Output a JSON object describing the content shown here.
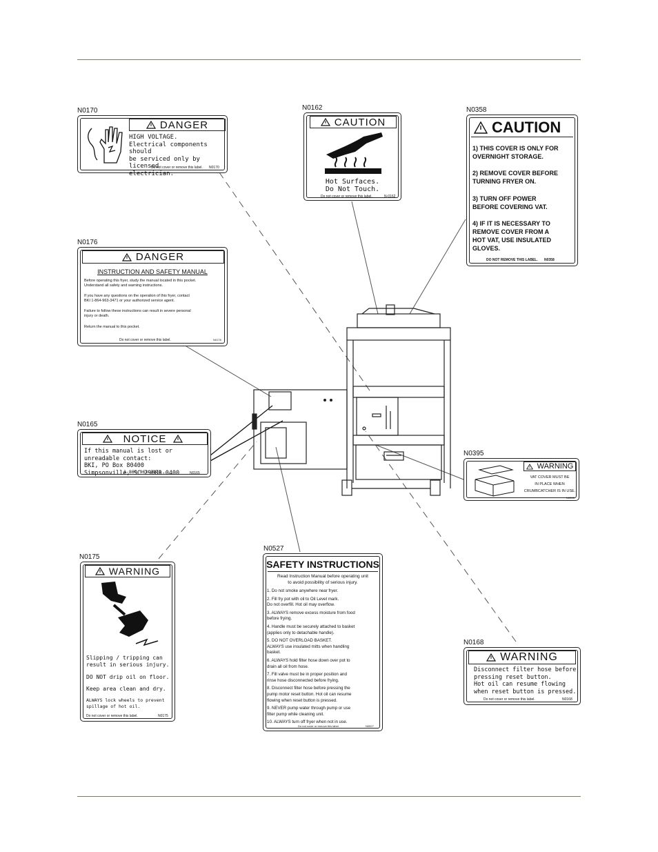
{
  "labels": {
    "n0170": {
      "code": "N0170",
      "header": "DANGER",
      "body": "HIGH VOLTAGE.\nElectrical components should\nbe serviced only by licensed\nelectrician.",
      "footer": "Do not cover or remove this label.",
      "footer_code": "N0170"
    },
    "n0162": {
      "code": "N0162",
      "header": "CAUTION",
      "body": "Hot Surfaces.\nDo Not Touch.",
      "footer": "Do not cover or remove this label.",
      "footer_code": "N-0162"
    },
    "n0358": {
      "code": "N0358",
      "header": "CAUTION",
      "items": [
        "1) THIS COVER IS ONLY FOR\n    OVERNIGHT STORAGE.",
        "2) REMOVE COVER BEFORE\n    TURNING FRYER ON.",
        "3) TURN OFF POWER\n    BEFORE COVERING VAT.",
        "4) IF IT IS NECESSARY TO\n    REMOVE COVER FROM A\n    HOT VAT, USE INSULATED\n    GLOVES."
      ],
      "footer": "DO NOT REMOVE THIS LABEL.",
      "footer_code": "N0358"
    },
    "n0176": {
      "code": "N0176",
      "header": "DANGER",
      "subheader": "INSTRUCTION AND SAFETY MANUAL",
      "p1": "Before operating this fryer, study the manual located in this pocket.\nUnderstand all safety and warning instructions.",
      "p2": "If you have any questions on the operation of this fryer, contact\nBKI 1-864-963-3471 or your authorized service agent.",
      "p3": "Failure to follow these instructions can result in severe personal\ninjury or death.",
      "p4": "Return the manual to this pocket.",
      "footer": "Do not cover or remove this label.",
      "footer_code": "N0176"
    },
    "n0165": {
      "code": "N0165",
      "header": "NOTICE",
      "body": "If this manual is lost or unreadable contact:\nBKI, PO Box 80400\nSimpsonville, SC   29680-0400",
      "phone": "1-864-963-3471",
      "footer_code": "N0165"
    },
    "n0395": {
      "code": "N0395",
      "header": "WARNING",
      "body": "VAT COVER MUST BE\nIN PLACE WHEN\nCRUMBCATCHER IS IN USE.",
      "footer_code": "N0395"
    },
    "n0175": {
      "code": "N0175",
      "header": "WARNING",
      "p1": "Slipping / tripping   can\nresult in serious injury.",
      "p2": "DO NOT drip oil on floor.",
      "p3": "Keep area clean and dry.",
      "p4": "ALWAYS lock wheels to prevent\nspillage of hot oil.",
      "footer": "Do not cover or remove this label.",
      "footer_code": "N0175"
    },
    "n0527": {
      "code": "N0527",
      "header": "SAFETY INSTRUCTIONS",
      "intro": "Read Instruction Manual before operating unit\nto avoid possibility of serious injury.",
      "items": [
        "1.  Do not smoke anywhere near fryer.",
        "2.  Fill fry pot with oil to Oil Level mark.\n     Do not overfill.  Hot oil may overflow.",
        "3.  ALWAYS remove excess moisture from food\n     before frying.",
        "4.  Handle must be securely attached to basket\n     (applies only to detachable handle).",
        "5.  DO NOT OVERLOAD BASKET.\n     ALWAYS use insulated mitts when handling\n     basket.",
        "6.  ALWAYS hold filter hose down over pot to\n     drain all oil from hose.",
        "7.  Fill valve must be in proper position and\n     rinse hose disconnected before frying.",
        "8.  Disconnect filter hose before pressing the\n     pump motor reset button. Hot oil can resume\n     flowing when reset button is pressed.",
        "9.  NEVER pump water through pump or use\n     filter pump while cleaning unit.",
        "10. ALWAYS turn off fryer when not in use."
      ],
      "footer": "Do not cover or remove this label.",
      "footer_code": "N0527"
    },
    "n0168": {
      "code": "N0168",
      "header": "WARNING",
      "body": "Disconnect filter hose before\npressing reset button.\nHot oil can resume flowing\nwhen reset button is pressed.",
      "footer": "Do not cover or remove this label.",
      "footer_code": "N0168"
    }
  }
}
